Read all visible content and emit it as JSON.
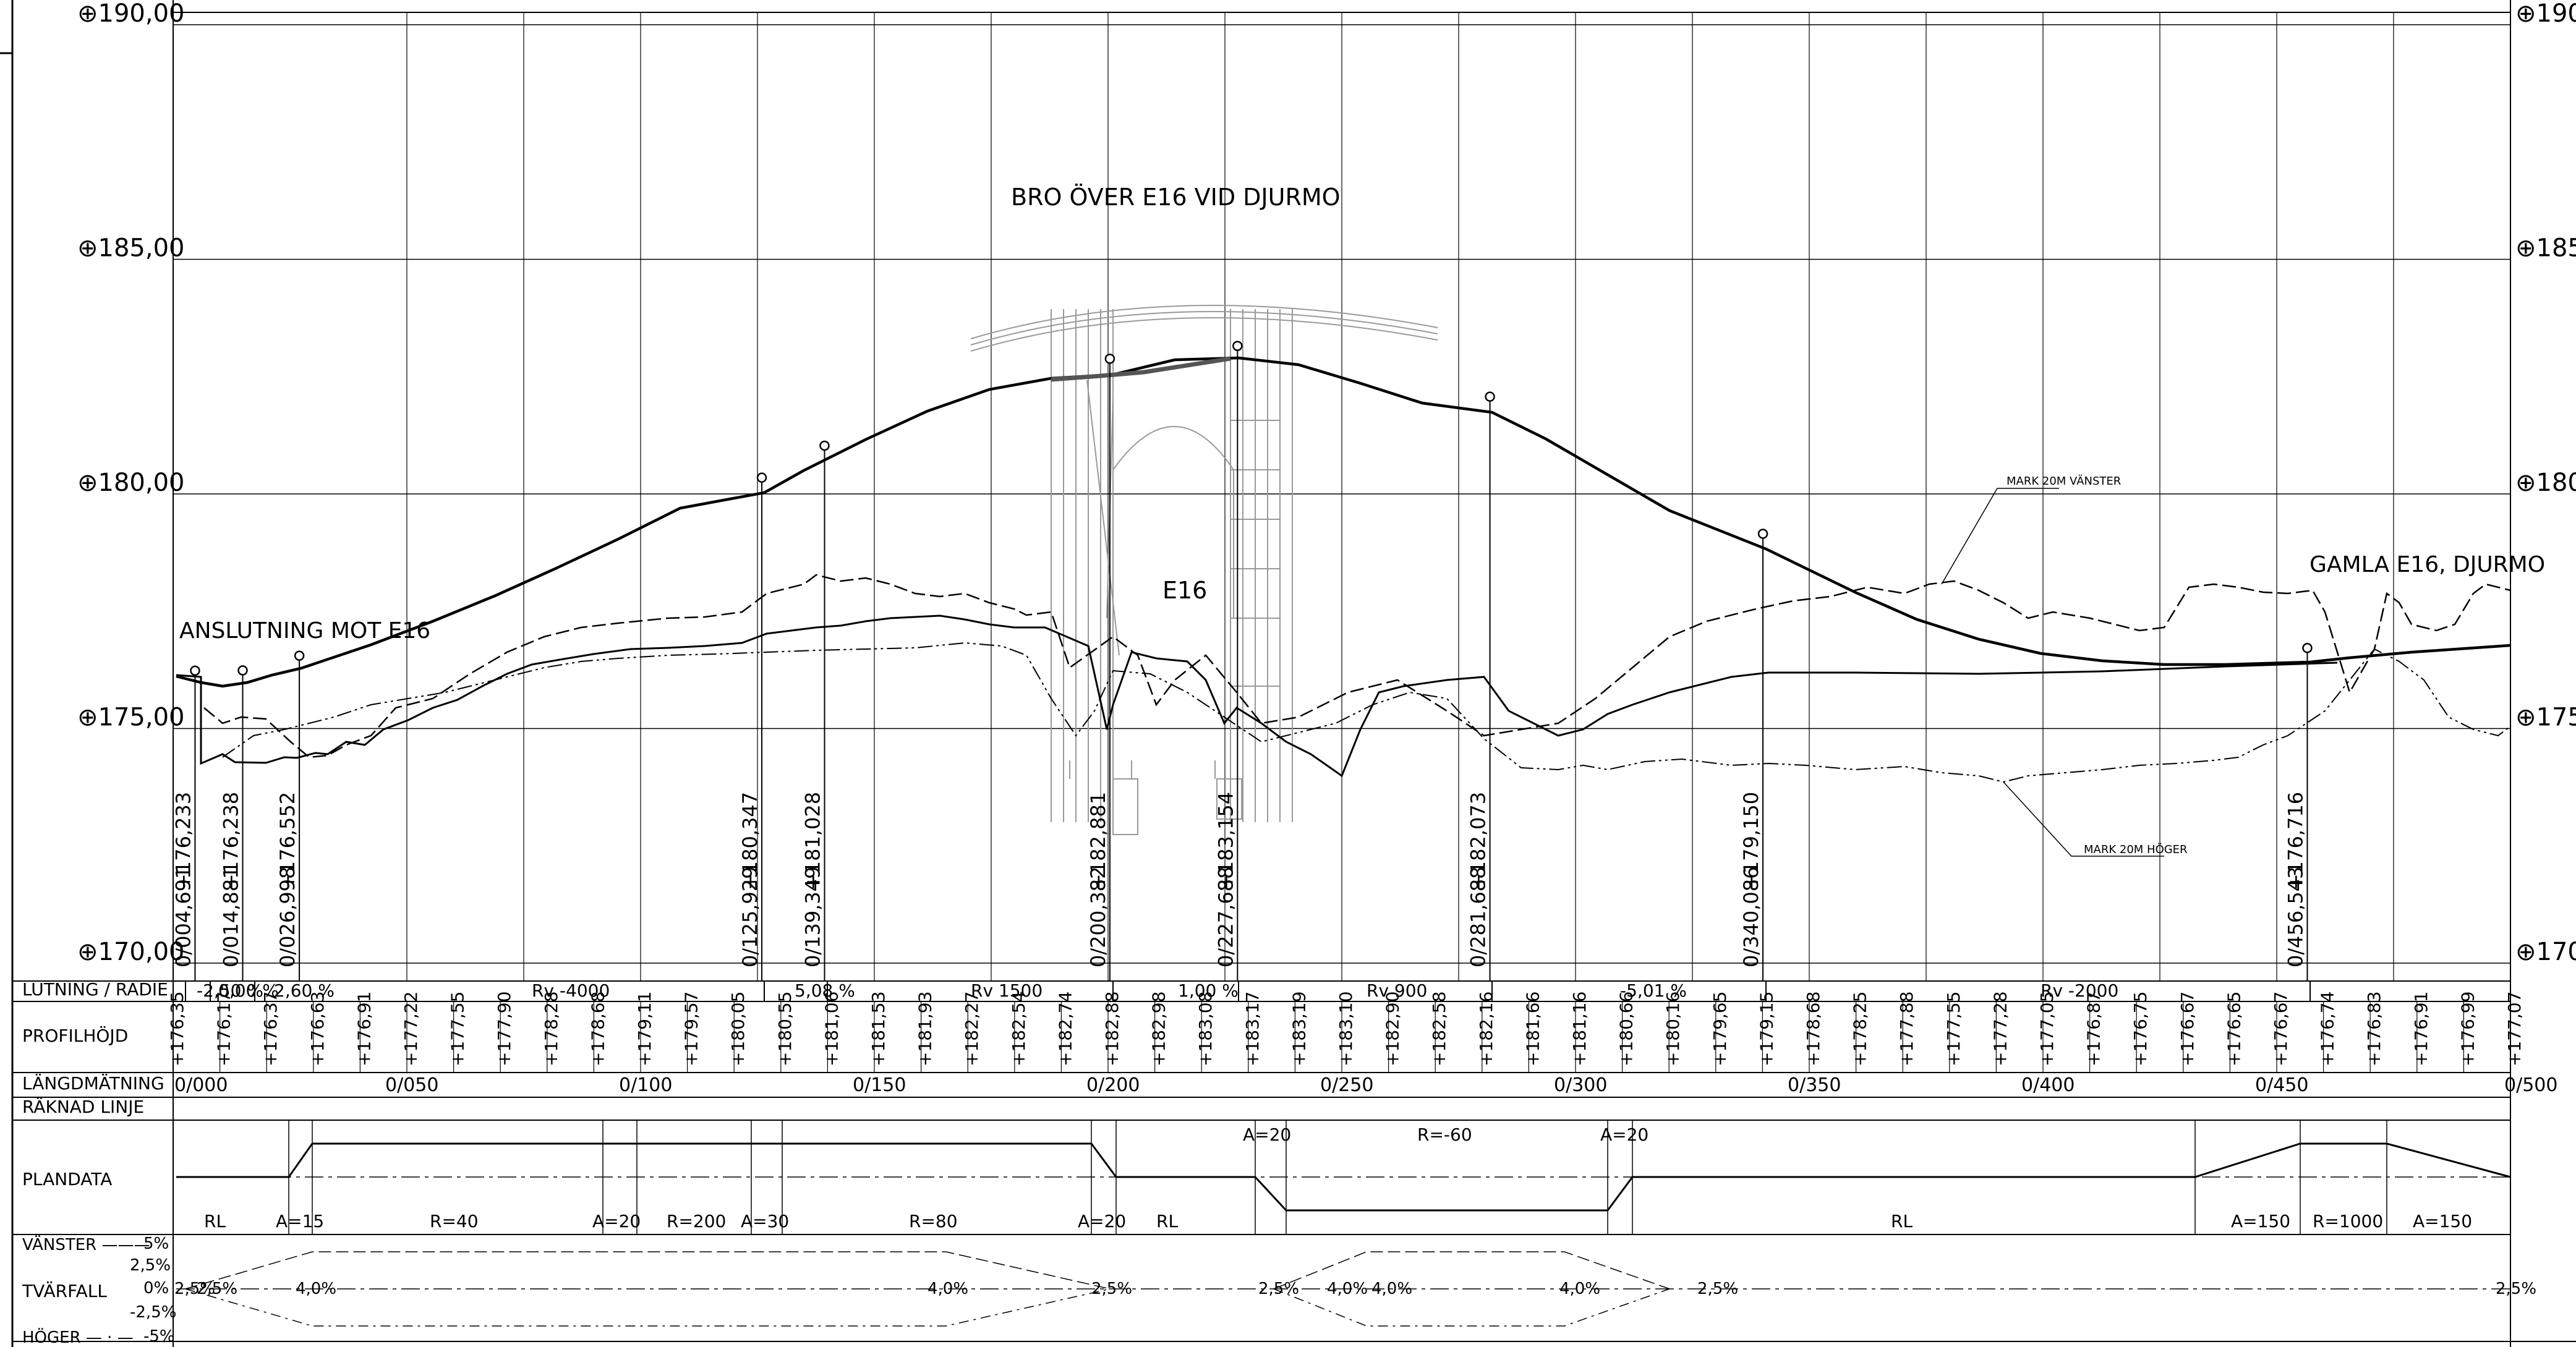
{
  "elevation_labels": [
    "190,00",
    "185,00",
    "180,00",
    "175,00",
    "170,00"
  ],
  "title": "BRO ÖVER E16 VID DJURMO",
  "labels": {
    "anslutning": "ANSLUTNING MOT E16",
    "gamla": "GAMLA E16, DJURMO",
    "e16": "E16",
    "mark_vanster": "MARK 20M VÄNSTER",
    "mark_hoger": "MARK 20M HÖGER"
  },
  "vertical_points": [
    {
      "chainage": "0/004,691",
      "height": "+176,233"
    },
    {
      "chainage": "0/014,881",
      "height": "+176,238"
    },
    {
      "chainage": "0/026,998",
      "height": "+176,552"
    },
    {
      "chainage": "0/125,929",
      "height": "+180,347"
    },
    {
      "chainage": "0/139,349",
      "height": "+181,028"
    },
    {
      "chainage": "0/200,382",
      "height": "+182,881"
    },
    {
      "chainage": "0/227,688",
      "height": "+183,154"
    },
    {
      "chainage": "0/281,688",
      "height": "+182,073"
    },
    {
      "chainage": "0/340,086",
      "height": "+179,150"
    },
    {
      "chainage": "0/456,543",
      "height": "+176,716"
    }
  ],
  "rows": {
    "lutning": "LUTNING / RADIE",
    "profil": "PROFILHÖJD",
    "langd": "LÄNGDMÄTNING",
    "raknad": "RÄKNAD LINJE",
    "plandata": "PLANDATA",
    "vanster": "VÄNSTER",
    "tvarfall": "TVÄRFALL",
    "hoger": "HÖGER"
  },
  "lutning_values": [
    "-2,50 %",
    "0,00 %",
    "2,60 %",
    "Rv -4000",
    "5,08 %",
    "Rv 1500",
    "1,00 %",
    "Rv 900",
    "-5,01 %",
    "Rv -2000"
  ],
  "profil_values": [
    "+176,35",
    "+176,17",
    "+176,37",
    "+176,63",
    "+176,91",
    "+177,22",
    "+177,55",
    "+177,90",
    "+178,28",
    "+178,68",
    "+179,11",
    "+179,57",
    "+180,05",
    "+180,55",
    "+181,06",
    "+181,53",
    "+181,93",
    "+182,27",
    "+182,54",
    "+182,74",
    "+182,88",
    "+182,98",
    "+183,08",
    "+183,17",
    "+183,19",
    "+183,10",
    "+182,90",
    "+182,58",
    "+182,16",
    "+181,66",
    "+181,16",
    "+180,66",
    "+180,16",
    "+179,65",
    "+179,15",
    "+178,68",
    "+178,25",
    "+177,88",
    "+177,55",
    "+177,28",
    "+177,05",
    "+176,87",
    "+176,75",
    "+176,67",
    "+176,65",
    "+176,67",
    "+176,74",
    "+176,83",
    "+176,91",
    "+176,99",
    "+177,07"
  ],
  "langd_values": [
    "0/000",
    "0/050",
    "0/100",
    "0/150",
    "0/200",
    "0/250",
    "0/300",
    "0/350",
    "0/400",
    "0/450",
    "0/500"
  ],
  "plan_labels": [
    "RL",
    "A=15",
    "R=40",
    "A=20",
    "R=200",
    "A=30",
    "R=80",
    "A=20",
    "RL",
    "A=20",
    "R=-60",
    "A=20",
    "RL",
    "A=150",
    "R=1000",
    "A=150"
  ],
  "tvarfall_scale": [
    "5%",
    "2,5%",
    "0%",
    "-2,5%",
    "-5%"
  ],
  "tvarfall_values": [
    "2,5%",
    "2,5%",
    "4,0%",
    "4,0%",
    "2,5%",
    "2,5%",
    "4,0%",
    "4,0%",
    "4,0%",
    "2,5%",
    "2,5%"
  ]
}
